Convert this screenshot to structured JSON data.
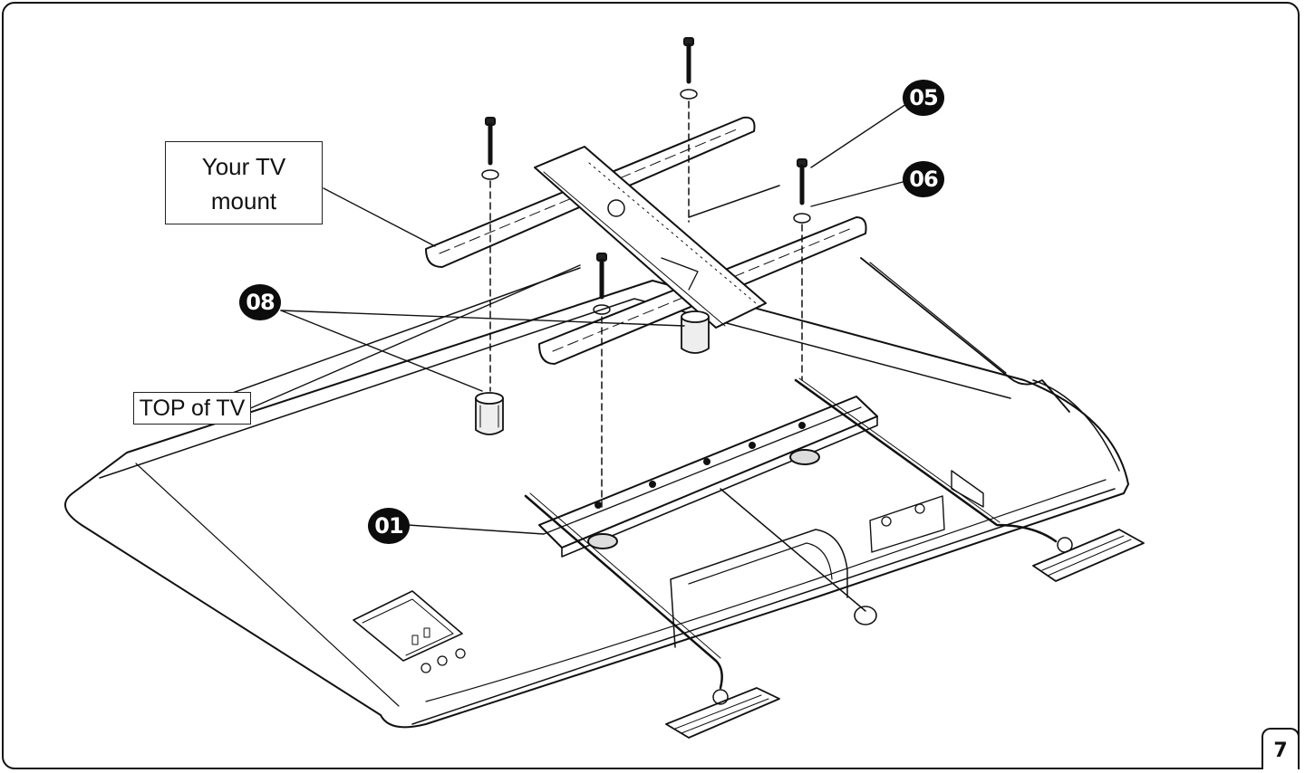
{
  "labels": {
    "tv_mount_line1": "Your TV",
    "tv_mount_line2": "mount",
    "top_of_tv": "TOP of TV"
  },
  "callouts": {
    "c01": "01",
    "c05": "05",
    "c06": "06",
    "c08": "08"
  },
  "page_number": "7"
}
